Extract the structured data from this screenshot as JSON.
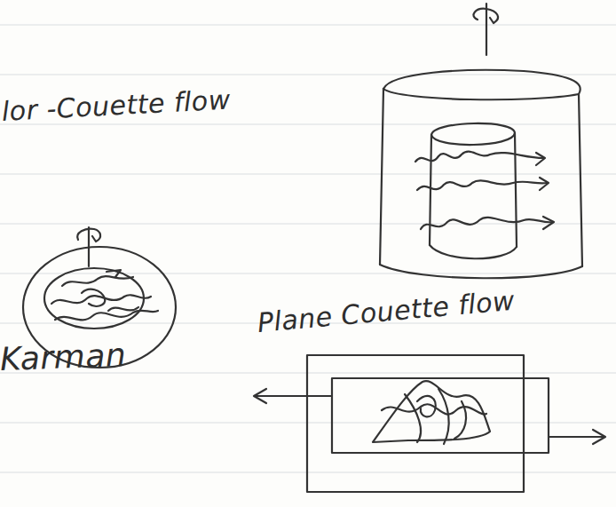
{
  "diagram": {
    "labels": [
      "lor -Couette flow",
      "Karman",
      "Plane Couette flow"
    ]
  }
}
